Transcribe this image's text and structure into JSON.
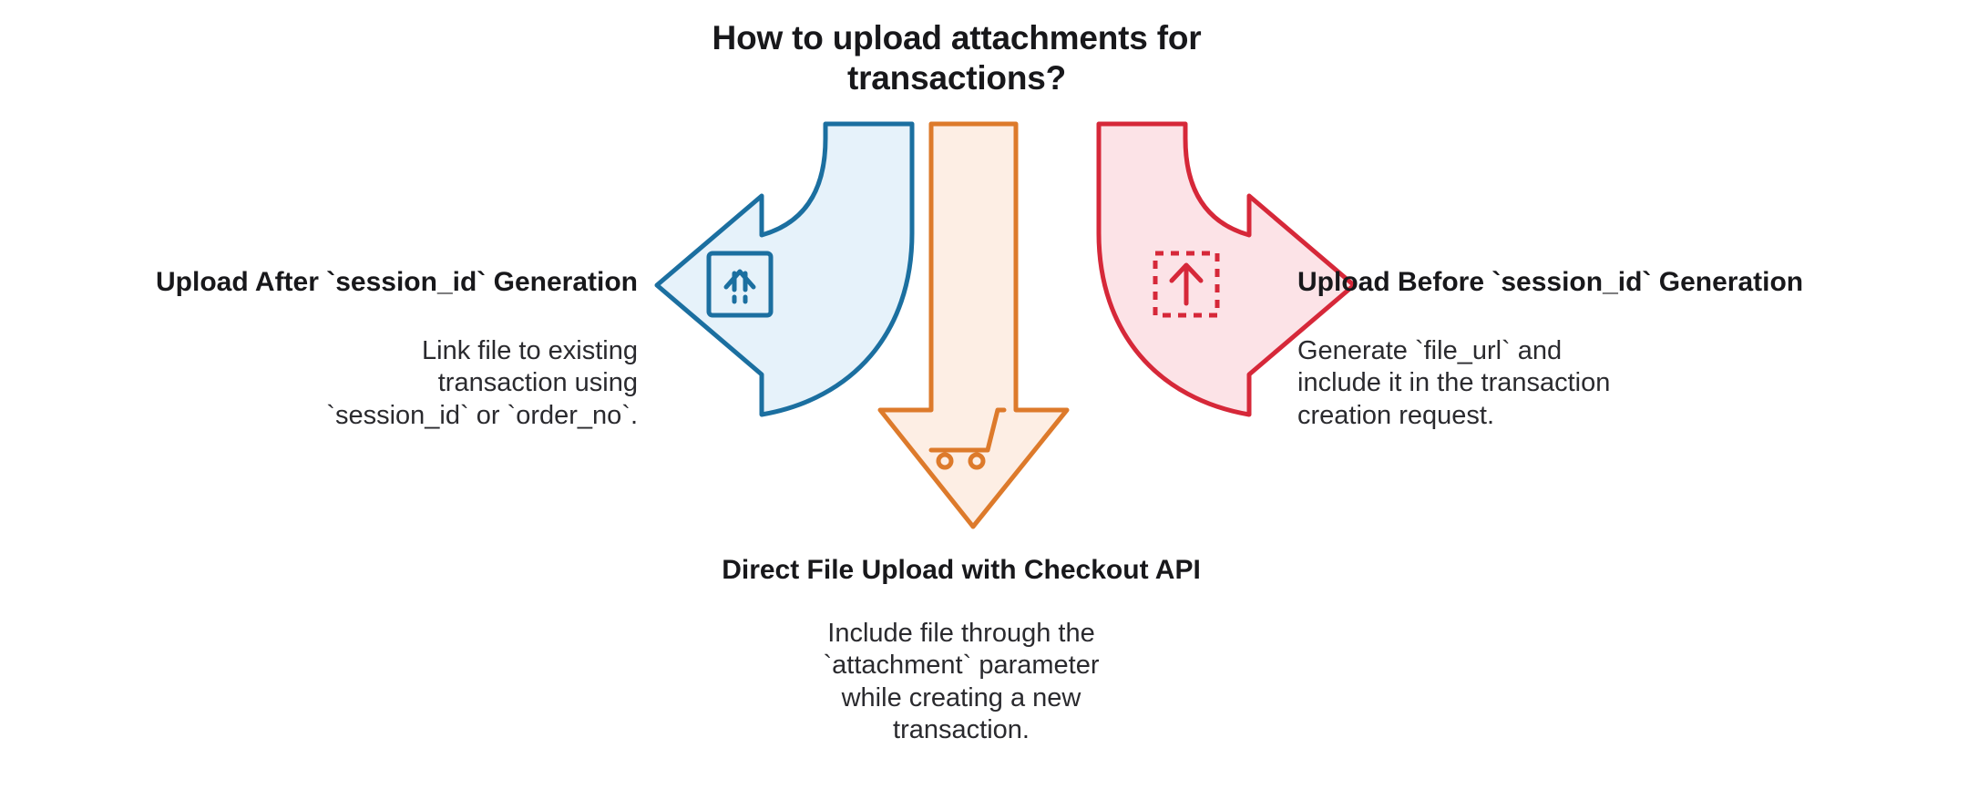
{
  "diagram": {
    "title": "How to upload attachments for\ntransactions?",
    "background_color": "#ffffff",
    "text_color": "#18181b"
  },
  "branches": [
    {
      "id": "left",
      "direction": "left",
      "heading": "Upload After `session_id` Generation",
      "body": "Link file to existing\ntransaction using\n`session_id` or `order_no`.",
      "icon": "upload-box-icon",
      "stroke_color": "#1b6fa0",
      "fill_color": "#e6f2fa"
    },
    {
      "id": "bottom",
      "direction": "down",
      "heading": "Direct File Upload with Checkout API",
      "body": "Include file through the\n`attachment` parameter\nwhile creating a new\ntransaction.",
      "icon": "shopping-cart-icon",
      "stroke_color": "#dd7a2b",
      "fill_color": "#fdeee4"
    },
    {
      "id": "right",
      "direction": "right",
      "heading": "Upload Before `session_id` Generation",
      "body": "Generate `file_url` and\ninclude it in the transaction\ncreation request.",
      "icon": "dashed-upload-icon",
      "stroke_color": "#d62839",
      "fill_color": "#fce3e7"
    }
  ]
}
